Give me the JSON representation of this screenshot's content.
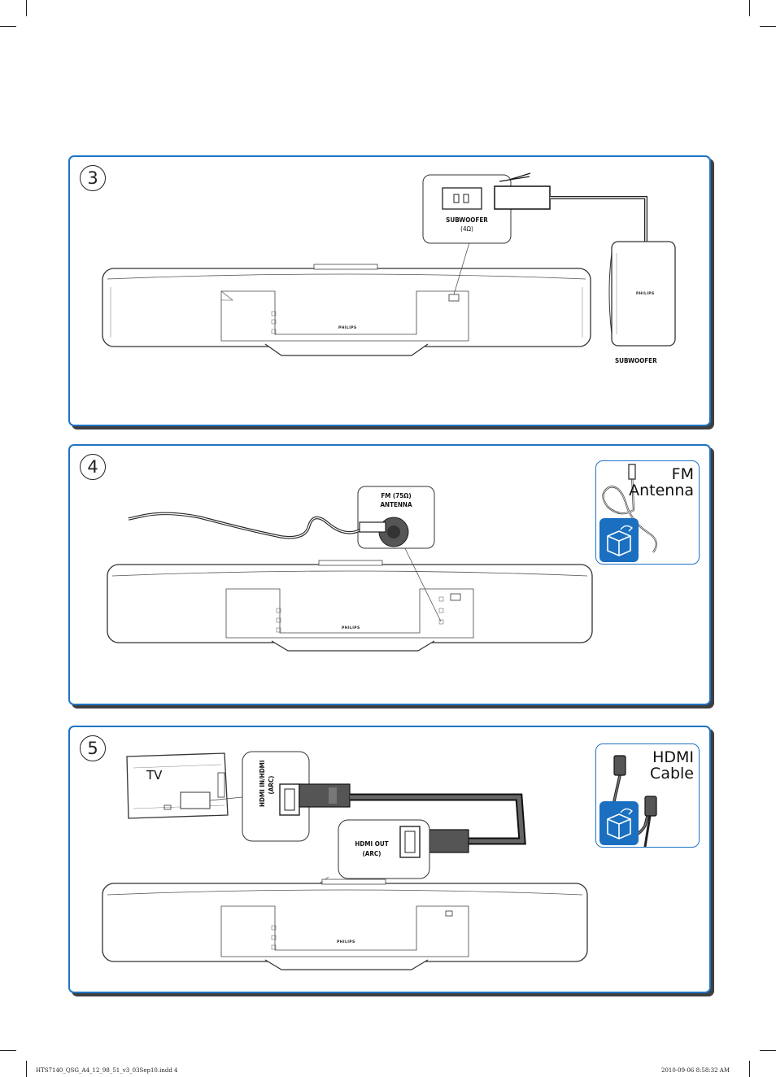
{
  "steps": [
    {
      "number": "3",
      "port_label_line1": "SUBWOOFER",
      "port_label_line2": "(4Ω)",
      "device_label": "SUBWOOFER",
      "device_brand": "PHILIPS",
      "soundbar_brand": "PHILIPS"
    },
    {
      "number": "4",
      "port_label_line1": "FM (75Ω)",
      "port_label_line2": "ANTENNA",
      "inset_title_line1": "FM",
      "inset_title_line2": "Antenna",
      "soundbar_brand": "PHILIPS"
    },
    {
      "number": "5",
      "tv_label": "TV",
      "tv_port_line1": "HDMI IN/HDMI",
      "tv_port_line2": "(ARC)",
      "bar_port_line1": "HDMI OUT",
      "bar_port_line2": "(ARC)",
      "inset_title_line1": "HDMI",
      "inset_title_line2": "Cable",
      "soundbar_brand": "PHILIPS"
    }
  ],
  "footer": {
    "file_name": "HTS7140_QSG_A4_12_98_51_v3_03Sep10.indd   4",
    "timestamp": "2010-09-06   8:58:32 AM"
  },
  "colors": {
    "panel_border": "#1f73c4",
    "box_badge": "#1a6fc0",
    "panel_shadow": "#3f3f3f"
  },
  "icons": [
    "box-accessory-icon",
    "fm-antenna-wire-icon",
    "hdmi-plug-icon",
    "subwoofer-cable-icon"
  ]
}
